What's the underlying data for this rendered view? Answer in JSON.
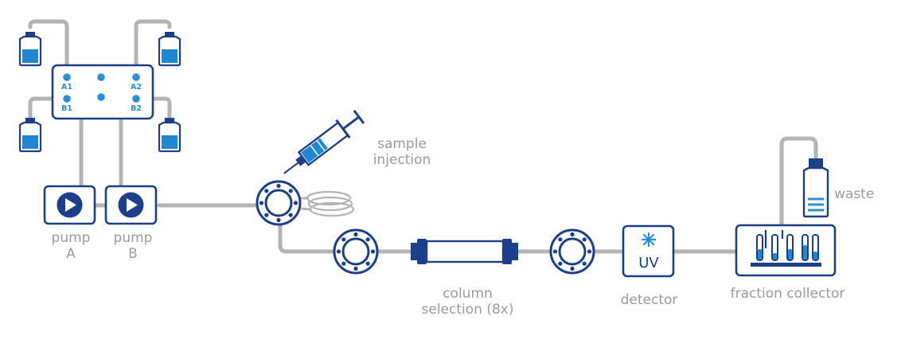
{
  "valve": {
    "ports": {
      "a1": "A1",
      "b1": "B1",
      "a2": "A2",
      "b2": "B2"
    }
  },
  "labels": {
    "pump_a": {
      "line1": "pump",
      "line2": "A"
    },
    "pump_b": {
      "line1": "pump",
      "line2": "B"
    },
    "sample_injection": {
      "line1": "sample",
      "line2": "injection"
    },
    "column_selection": {
      "line1": "column",
      "line2": "selection (8x)"
    },
    "detector": "detector",
    "detector_badge": "UV",
    "fraction_collector": "fraction collector",
    "waste": "waste"
  },
  "icons": [
    "bottle-icon",
    "play-icon",
    "syringe-icon",
    "valve-icon",
    "column-icon",
    "uv-lamp-icon",
    "fraction-collector-icon"
  ],
  "colors": {
    "navy": "#1b3f8b",
    "accent_blue": "#2a8fd4",
    "fill_blue": "#1f86d1",
    "tube_gray": "#b4b4b4",
    "label_gray": "#9a9a9a"
  }
}
